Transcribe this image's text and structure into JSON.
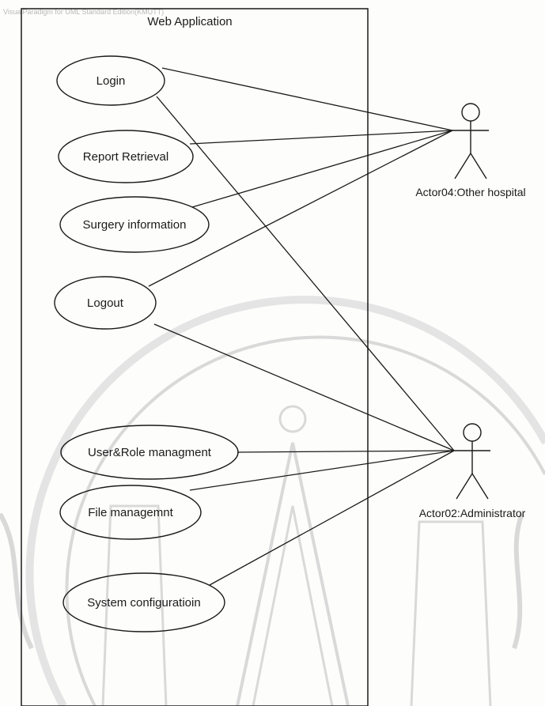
{
  "header_note": "VisualParadigm for UML Standard Edition(KMUTT)",
  "system": {
    "title": "Web Application"
  },
  "use_cases": [
    {
      "id": "login",
      "label": "Login"
    },
    {
      "id": "report-retrieval",
      "label": "Report Retrieval"
    },
    {
      "id": "surgery-information",
      "label": "Surgery information"
    },
    {
      "id": "logout",
      "label": "Logout"
    },
    {
      "id": "user-role-management",
      "label": "User&Role managment"
    },
    {
      "id": "file-management",
      "label": "File managemnt"
    },
    {
      "id": "system-configuration",
      "label": "System configuratioin"
    }
  ],
  "actors": [
    {
      "id": "actor04",
      "label": "Actor04:Other hospital"
    },
    {
      "id": "actor02",
      "label": "Actor02:Administrator"
    }
  ],
  "associations": [
    {
      "actor": "actor04",
      "use_case": "login"
    },
    {
      "actor": "actor04",
      "use_case": "report-retrieval"
    },
    {
      "actor": "actor04",
      "use_case": "surgery-information"
    },
    {
      "actor": "actor04",
      "use_case": "logout"
    },
    {
      "actor": "actor02",
      "use_case": "login"
    },
    {
      "actor": "actor02",
      "use_case": "logout"
    },
    {
      "actor": "actor02",
      "use_case": "user-role-management"
    },
    {
      "actor": "actor02",
      "use_case": "file-management"
    },
    {
      "actor": "actor02",
      "use_case": "system-configuration"
    }
  ],
  "colors": {
    "stroke": "#1a1a1a",
    "background": "#fdfdfc",
    "watermark": "#c9c9c9"
  }
}
